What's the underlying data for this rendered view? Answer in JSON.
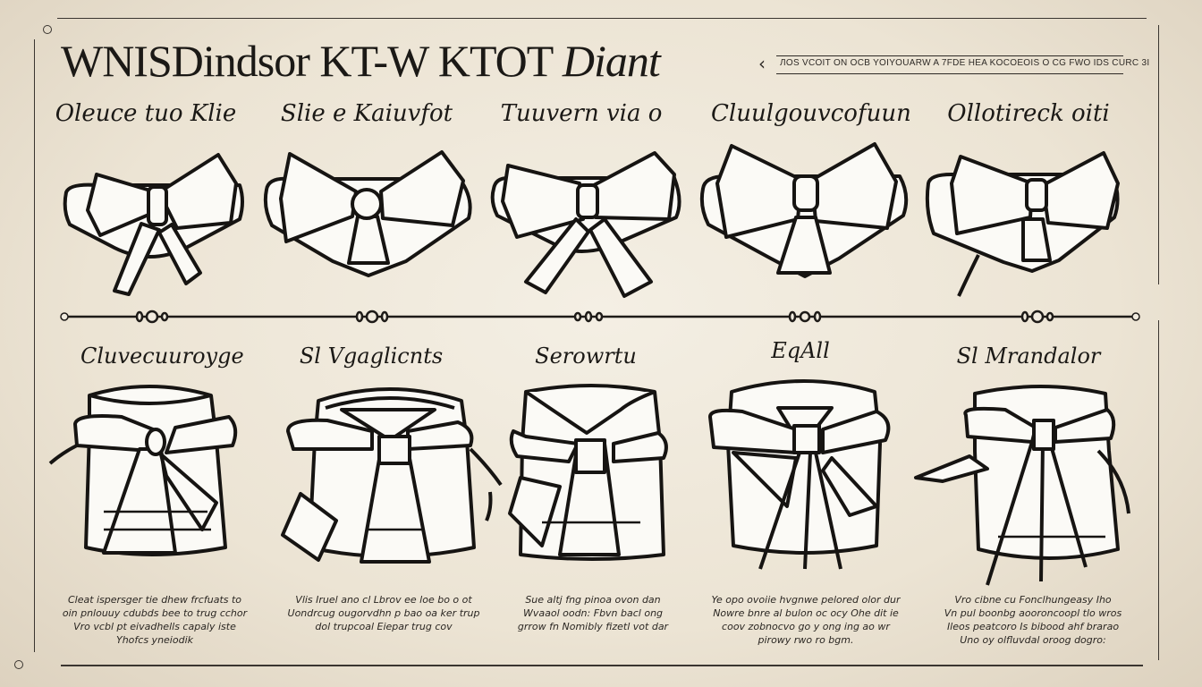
{
  "title": {
    "main": "WNISDindsor KT-W KTOT",
    "script": "Diant"
  },
  "banner": {
    "text": "ЛOS VCOIT ON OCB YOIYOUARW A 7FDE HEA KOCOEOIS O CG FWO IDS CURC 3I",
    "arrow_icon": "chevron-left"
  },
  "colors": {
    "paper": "#f1ebdf",
    "ink": "#1b1916",
    "fill": "#fbfaf6",
    "frame": "#3a3530"
  },
  "row1": {
    "labels": [
      "Oleuce tuo Klie",
      "Slie e Kaiuvfot",
      "Tuuvern via o",
      "Cluulgouvcofuun",
      "Ollotireck oiti"
    ]
  },
  "row2": {
    "labels": [
      "Cluvecuuroyge",
      "Sl Vgaglicnts",
      "Serowrtu",
      "EqAll",
      "Sl Mrandalor"
    ]
  },
  "divider": {
    "ornament_count": 5
  },
  "descriptions": [
    {
      "lines": [
        "Cleat ispersger tie dhew frcfuats to",
        "oin pnlouuy cdubds bee to trug cchor",
        "Vro vcbl pt eivadhells capaly iste",
        "Yhofcs yneiodik"
      ]
    },
    {
      "lines": [
        "Vlis Iruel ano cl Lbrov ee loe bo o ot",
        "Uondrcug ougorvdhn p bao oa ker trup",
        "dol trupcoal Eiepar trug cov"
      ]
    },
    {
      "lines": [
        "Sue altj fng pinoa ovon dan",
        "Wvaaol oodn: Fbvn bacl ong",
        "grrow fn Nomibly fizetl vot dar"
      ]
    },
    {
      "lines": [
        "Ye opo ovoiie hvgnwe pelored olor dur",
        "Nowre bnre al bulon oc ocy Ohe dit ie",
        "coov zobnocvo go y ong ing ao wr",
        "pirowy rwo ro bgm."
      ]
    },
    {
      "lines": [
        "Vro cibne cu Fonclhungeasy Iho",
        "Vn pul boonbg aooroncoopl tlo wros",
        "Ileos peatcoro Is bibood ahf brarao",
        "Uno oy olfluvdal oroog dogro:"
      ]
    }
  ]
}
